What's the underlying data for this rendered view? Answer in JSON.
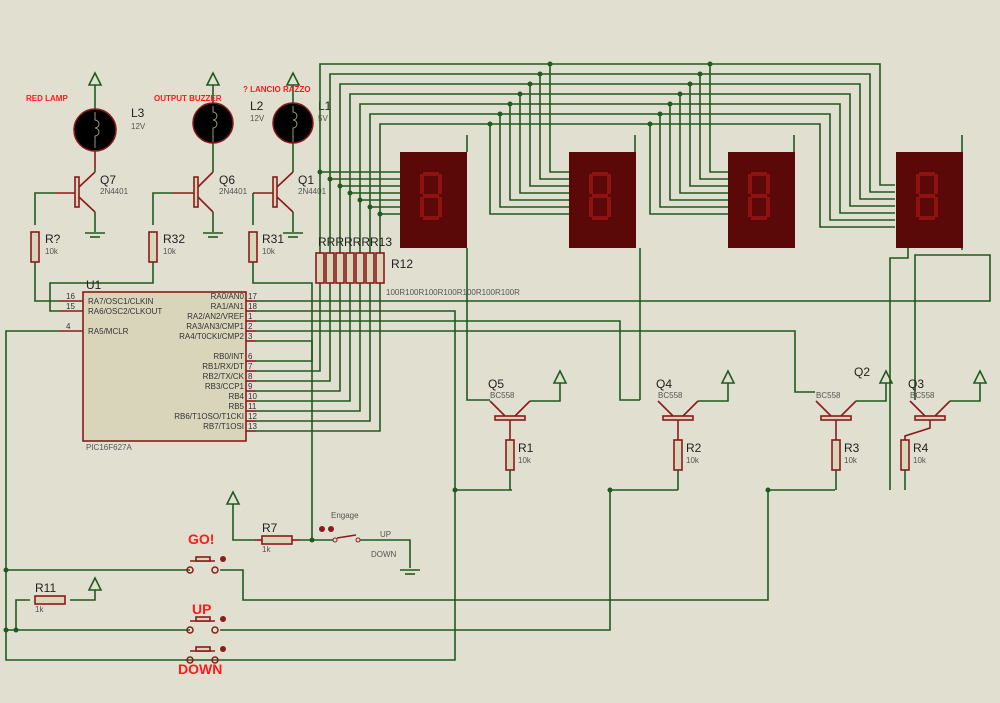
{
  "colors": {
    "background": "#e0dfd0",
    "wire": "#1f5a1f",
    "component": "#8b1a1a",
    "display": "#5a0808",
    "label_red": "#ff1a1a"
  },
  "lamps": [
    {
      "ref": "L3",
      "value": "12V",
      "caption": "RED LAMP"
    },
    {
      "ref": "L2",
      "value": "12V",
      "caption": "OUTPUT BUZZER"
    },
    {
      "ref": "L1",
      "value": "5V",
      "caption": "? LANCIO RAZZO"
    }
  ],
  "npn": [
    {
      "ref": "Q7",
      "value": "2N4401"
    },
    {
      "ref": "Q6",
      "value": "2N4401"
    },
    {
      "ref": "Q1",
      "value": "2N4401"
    }
  ],
  "base_resistors": [
    {
      "ref": "R?",
      "value": "10k"
    },
    {
      "ref": "R32",
      "value": "10k"
    },
    {
      "ref": "R31",
      "value": "10k"
    }
  ],
  "chip": {
    "ref": "U1",
    "part": "PIC16F627A",
    "left_pins": [
      {
        "num": "16",
        "name": "RA7/OSC1/CLKIN"
      },
      {
        "num": "15",
        "name": "RA6/OSC2/CLKOUT"
      },
      {
        "num": "4",
        "name": "RA5/MCLR"
      }
    ],
    "right_pins": [
      {
        "num": "17",
        "name": "RA0/AN0"
      },
      {
        "num": "18",
        "name": "RA1/AN1"
      },
      {
        "num": "1",
        "name": "RA2/AN2/VREF"
      },
      {
        "num": "2",
        "name": "RA3/AN3/CMP1"
      },
      {
        "num": "3",
        "name": "RA4/T0CKI/CMP2"
      },
      {
        "num": "6",
        "name": "RB0/INT"
      },
      {
        "num": "7",
        "name": "RB1/RX/DT"
      },
      {
        "num": "8",
        "name": "RB2/TX/CK"
      },
      {
        "num": "9",
        "name": "RB3/CCP1"
      },
      {
        "num": "10",
        "name": "RB4"
      },
      {
        "num": "11",
        "name": "RB5"
      },
      {
        "num": "12",
        "name": "RB6/T1OSO/T1CKI"
      },
      {
        "num": "13",
        "name": "RB7/T1OSI"
      }
    ]
  },
  "resistor_array": {
    "refs": "RRRRRRR13",
    "ref_last": "R12",
    "values": "100R100R100R100R100R100R100R"
  },
  "pnp": [
    {
      "ref": "Q5",
      "value": "BC558"
    },
    {
      "ref": "Q4",
      "value": "BC558"
    },
    {
      "ref": "Q2",
      "value": "BC558"
    },
    {
      "ref": "Q3",
      "value": "BC558"
    }
  ],
  "digit_resistors": [
    {
      "ref": "R1",
      "value": "10k"
    },
    {
      "ref": "R2",
      "value": "10k"
    },
    {
      "ref": "R3",
      "value": "10k"
    },
    {
      "ref": "R4",
      "value": "10k"
    }
  ],
  "displays": [
    {
      "digit": "8"
    },
    {
      "digit": "8"
    },
    {
      "digit": "8"
    },
    {
      "digit": "8"
    }
  ],
  "switch": {
    "label": "Engage",
    "pos_up": "UP",
    "pos_down": "DOWN",
    "resistor_ref": "R7",
    "resistor_value": "1k"
  },
  "pullup": {
    "ref": "R11",
    "value": "1k"
  },
  "buttons": [
    {
      "label": "GO!"
    },
    {
      "label": "UP"
    },
    {
      "label": "DOWN"
    }
  ]
}
